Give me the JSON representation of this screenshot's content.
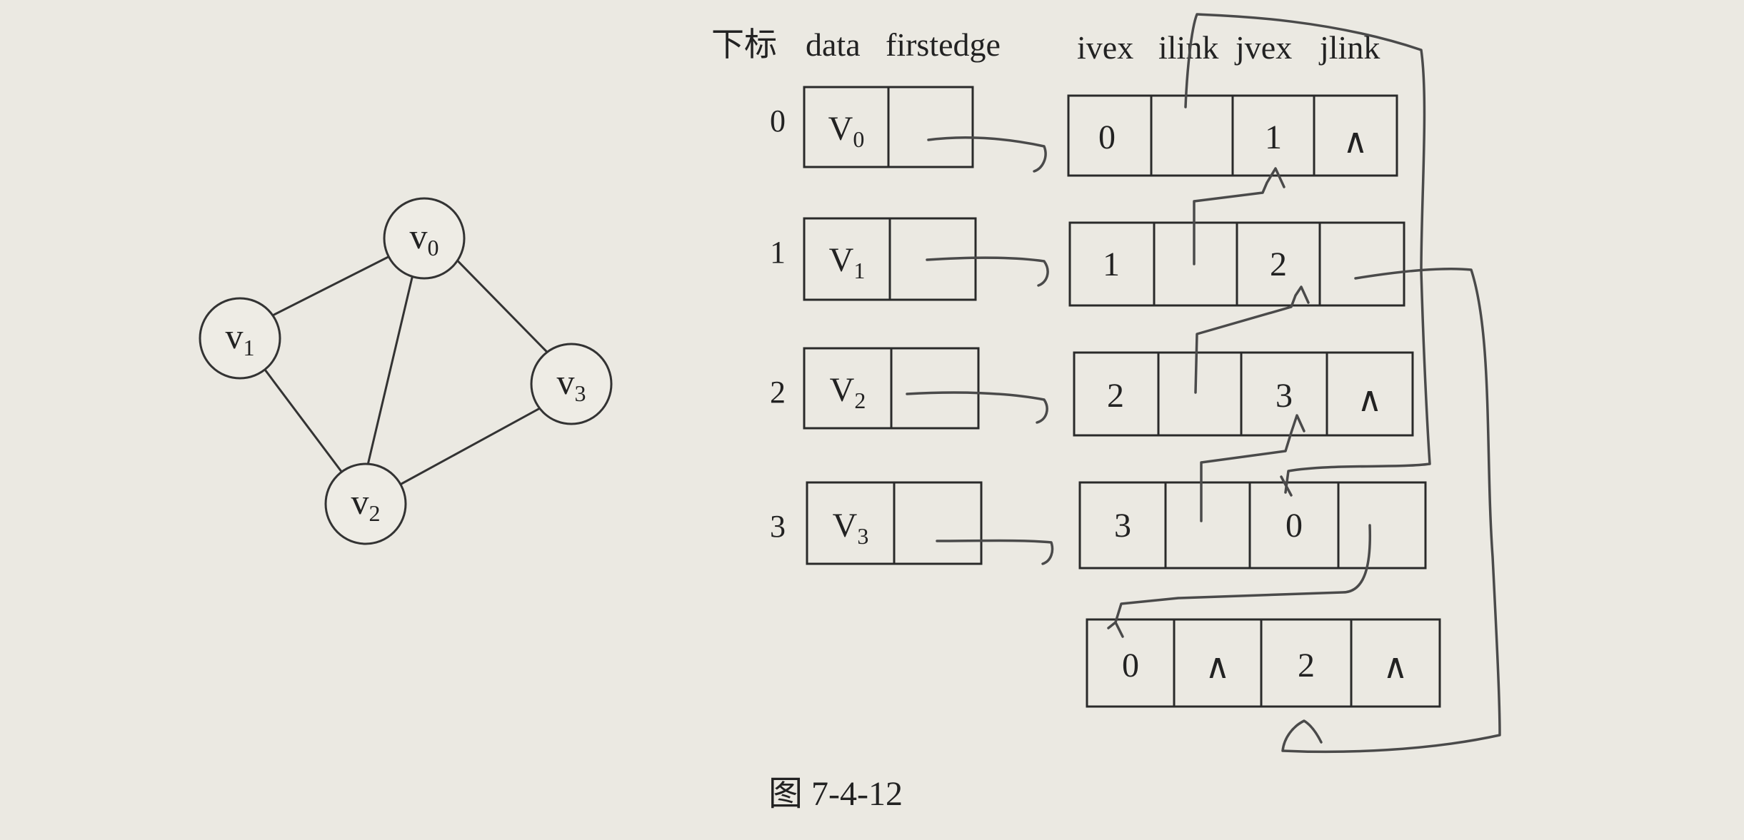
{
  "headers": {
    "subscript": "下标",
    "data": "data",
    "firstedge": "firstedge",
    "ivex": "ivex",
    "ilink": "ilink",
    "jvex": "jvex",
    "jlink": "jlink"
  },
  "graph": {
    "nodes": [
      {
        "base": "v",
        "sub": "0"
      },
      {
        "base": "v",
        "sub": "1"
      },
      {
        "base": "v",
        "sub": "2"
      },
      {
        "base": "v",
        "sub": "3"
      }
    ],
    "edges": [
      [
        "v0",
        "v1"
      ],
      [
        "v0",
        "v2"
      ],
      [
        "v0",
        "v3"
      ],
      [
        "v1",
        "v2"
      ],
      [
        "v2",
        "v3"
      ]
    ]
  },
  "vertex_table": [
    {
      "index": "0",
      "base": "V",
      "sub": "0"
    },
    {
      "index": "1",
      "base": "V",
      "sub": "1"
    },
    {
      "index": "2",
      "base": "V",
      "sub": "2"
    },
    {
      "index": "3",
      "base": "V",
      "sub": "3"
    }
  ],
  "edge_nodes": [
    {
      "ivex": "0",
      "ilink": "",
      "jvex": "1",
      "jlink": "∧"
    },
    {
      "ivex": "1",
      "ilink": "",
      "jvex": "2",
      "jlink": ""
    },
    {
      "ivex": "2",
      "ilink": "",
      "jvex": "3",
      "jlink": "∧"
    },
    {
      "ivex": "3",
      "ilink": "",
      "jvex": "0",
      "jlink": ""
    },
    {
      "ivex": "0",
      "ilink": "∧",
      "jvex": "2",
      "jlink": "∧"
    }
  ],
  "caption": "图 7-4-12"
}
